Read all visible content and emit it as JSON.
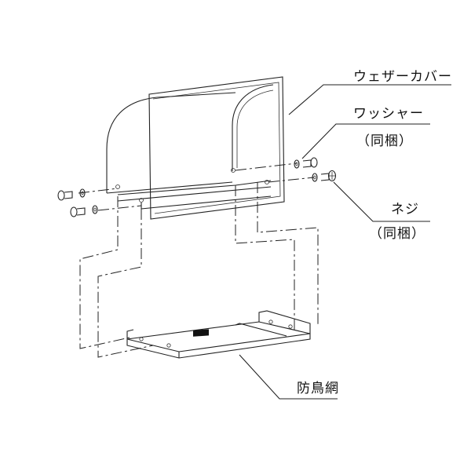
{
  "labels": {
    "weather_cover": "ウェザーカバー",
    "washer": "ワッシャー",
    "washer_note": "（同梱）",
    "screw": "ネジ",
    "screw_note": "（同梱）",
    "bird_net": "防鳥網"
  }
}
